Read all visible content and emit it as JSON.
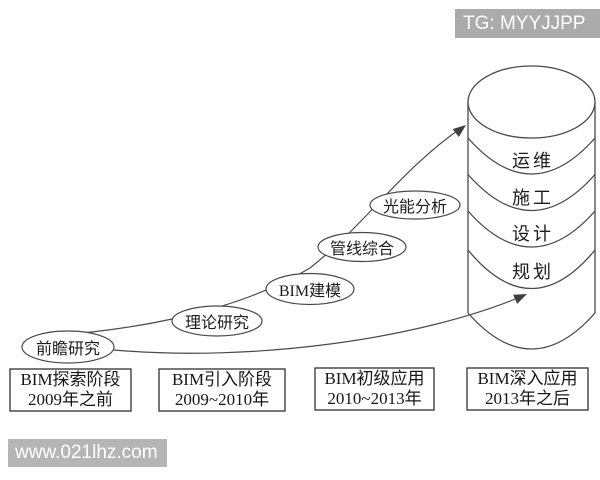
{
  "badge": {
    "label": "TG: MYYJJPP"
  },
  "watermark": {
    "label": "www.021lhz.com"
  },
  "diagram": {
    "title_hint": "BIM development stages diagram",
    "milestones": [
      {
        "label": "前瞻研究"
      },
      {
        "label": "理论研究"
      },
      {
        "label": "BIM建模"
      },
      {
        "label": "管线综合"
      },
      {
        "label": "光能分析"
      }
    ],
    "cylinder_layers": [
      {
        "label": "运维"
      },
      {
        "label": "施工"
      },
      {
        "label": "设计"
      },
      {
        "label": "规划"
      }
    ],
    "stages": [
      {
        "name": "BIM探索阶段",
        "period": "2009年之前"
      },
      {
        "name": "BIM引入阶段",
        "period": "2009~2010年"
      },
      {
        "name": "BIM初级应用",
        "period": "2010~2013年"
      },
      {
        "name": "BIM深入应用",
        "period": "2013年之后"
      }
    ],
    "colors": {
      "line": "#4a4a4a",
      "arrow": "#3f3f3f",
      "badge_bg": "#ababab",
      "watermark_bg": "#b5b5b5",
      "text": "#1c1c1c",
      "background": "#ffffff"
    }
  }
}
